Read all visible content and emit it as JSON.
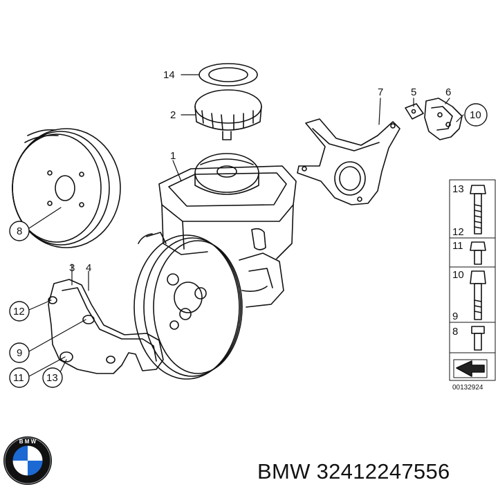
{
  "diagram": {
    "reference_code": "00132924",
    "callouts": {
      "c1": "1",
      "c2": "2",
      "c3": "3",
      "c4": "4",
      "c5": "5",
      "c6": "6",
      "c7": "7",
      "c8": "8",
      "c9": "9",
      "c10": "10",
      "c11": "11",
      "c12": "12",
      "c13": "13",
      "c14": "14"
    },
    "fastener_legend": {
      "l13": "13",
      "l12": "12",
      "l11": "11",
      "l10": "10",
      "l9": "9",
      "l8": "8"
    }
  },
  "caption": {
    "brand": "BMW",
    "part_number": "32412247556"
  },
  "logo": {
    "name": "bmw-roundel",
    "colors": {
      "blue": "#1c69d4",
      "white": "#ffffff",
      "ring": "#111111"
    }
  }
}
